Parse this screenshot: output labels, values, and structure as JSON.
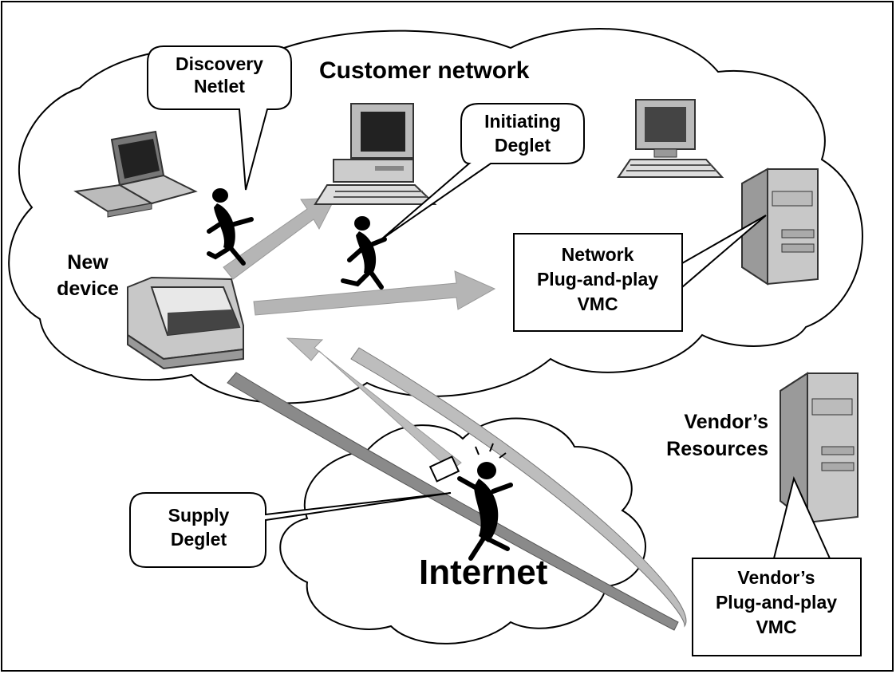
{
  "customer_network": {
    "title": "Customer network"
  },
  "internet": {
    "label": "Internet"
  },
  "new_device": {
    "line1": "New",
    "line2": "device"
  },
  "discovery_netlet": {
    "line1": "Discovery",
    "line2": "Netlet"
  },
  "initiating_deglet": {
    "line1": "Initiating",
    "line2": "Deglet"
  },
  "network_vmc": {
    "line1": "Network",
    "line2": "Plug-and-play",
    "line3": "VMC"
  },
  "vendor_resources": {
    "line1": "Vendor’s",
    "line2": "Resources"
  },
  "vendor_vmc": {
    "line1": "Vendor’s",
    "line2": "Plug-and-play",
    "line3": "VMC"
  },
  "supply_deglet": {
    "line1": "Supply",
    "line2": "Deglet"
  }
}
